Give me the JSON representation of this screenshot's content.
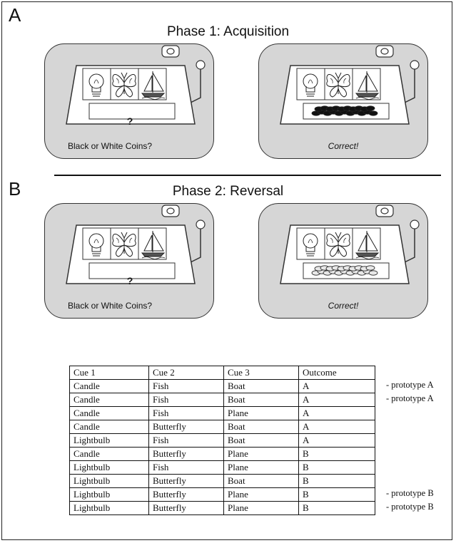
{
  "panel_a": {
    "letter": "A",
    "title": "Phase 1: Acquisition",
    "left_machine": {
      "display": "?",
      "caption": "Black or White Coins?"
    },
    "right_machine": {
      "display_coins": "black",
      "caption": "Correct!"
    }
  },
  "panel_b": {
    "letter": "B",
    "title": "Phase 2: Reversal",
    "left_machine": {
      "display": "?",
      "caption": "Black or White Coins?"
    },
    "right_machine": {
      "display_coins": "white",
      "caption": "Correct!"
    }
  },
  "machine_icons": [
    "lightbulb-icon",
    "butterfly-icon",
    "sailboat-icon"
  ],
  "colors": {
    "machine_bg": "#d6d6d6",
    "black_coin": "#111111",
    "white_coin": "#e8e8e8"
  },
  "table": {
    "headers": [
      "Cue 1",
      "Cue 2",
      "Cue 3",
      "Outcome"
    ],
    "rows": [
      [
        "Candle",
        "Fish",
        "Boat",
        "A"
      ],
      [
        "Candle",
        "Fish",
        "Boat",
        "A"
      ],
      [
        "Candle",
        "Fish",
        "Plane",
        "A"
      ],
      [
        "Candle",
        "Butterfly",
        "Boat",
        "A"
      ],
      [
        "Lightbulb",
        "Fish",
        "Boat",
        "A"
      ],
      [
        "Candle",
        "Butterfly",
        "Plane",
        "B"
      ],
      [
        "Lightbulb",
        "Fish",
        "Plane",
        "B"
      ],
      [
        "Lightbulb",
        "Butterfly",
        "Boat",
        "B"
      ],
      [
        "Lightbulb",
        "Butterfly",
        "Plane",
        "B"
      ],
      [
        "Lightbulb",
        "Butterfly",
        "Plane",
        "B"
      ]
    ],
    "annotations": [
      "- prototype A",
      "- prototype A",
      "",
      "",
      "",
      "",
      "",
      "",
      "- prototype B",
      "- prototype B"
    ]
  }
}
